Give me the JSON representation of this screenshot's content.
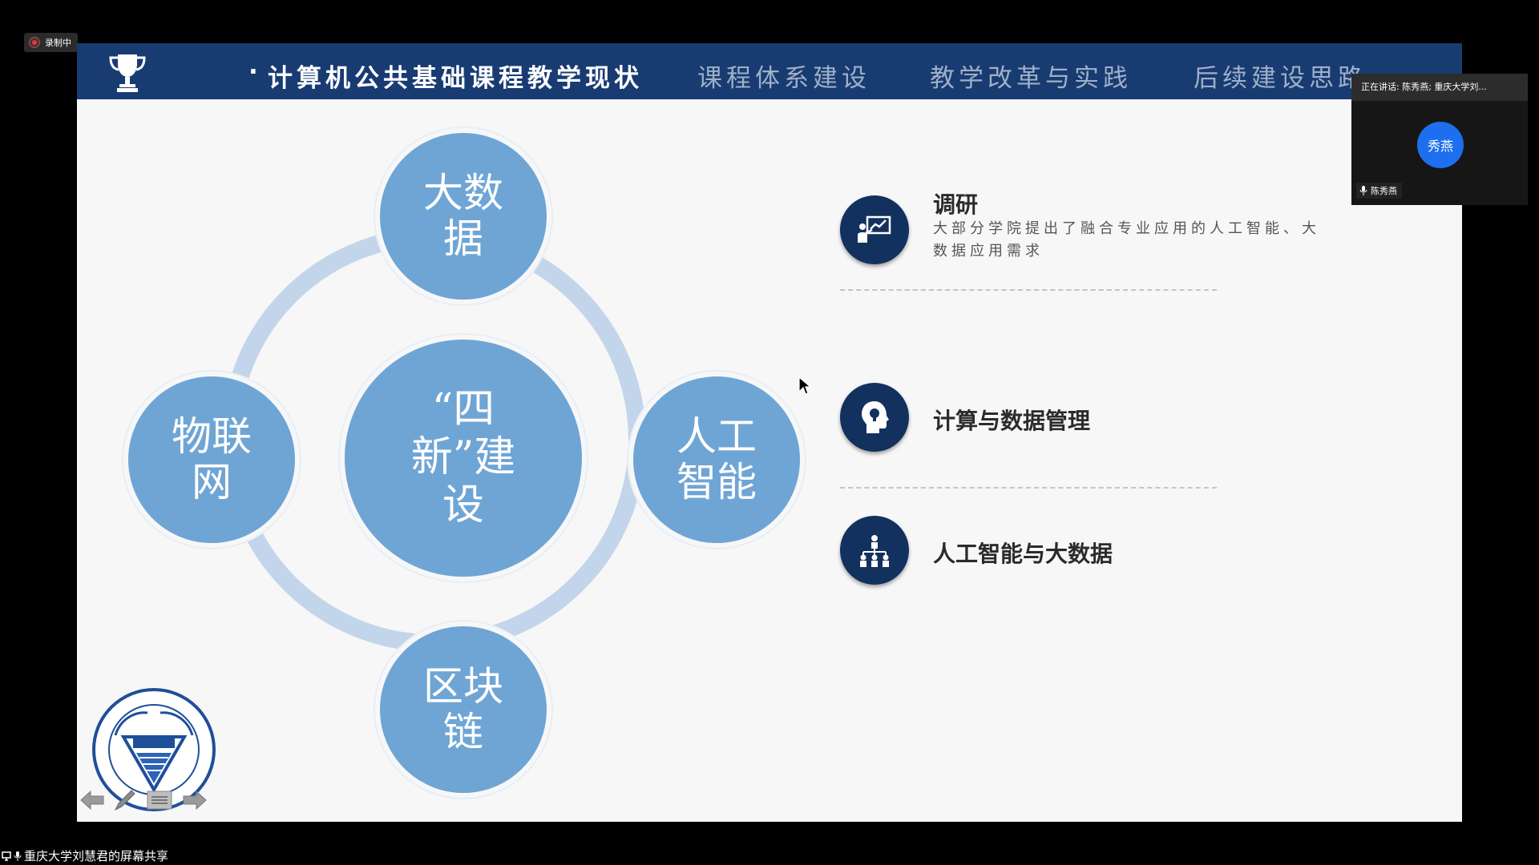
{
  "recording": {
    "label": "录制中"
  },
  "slide": {
    "bullet": "·",
    "nav": [
      {
        "label": "计算机公共基础课程教学现状",
        "active": true
      },
      {
        "label": "课程体系建设",
        "active": false
      },
      {
        "label": "教学改革与实践",
        "active": false
      },
      {
        "label": "后续建设思路",
        "active": false
      }
    ],
    "diagram": {
      "center": "“四\n新”建\n设",
      "top": "大数\n据",
      "right": "人工\n智能",
      "bottom": "区块\n链",
      "left": "物联\n网"
    },
    "items": [
      {
        "title": "调研",
        "desc": "大部分学院提出了融合专业应用的人工智能、大数据应用需求",
        "icon": "chart-presentation-icon"
      },
      {
        "title": "计算与数据管理",
        "icon": "head-idea-icon"
      },
      {
        "title": "人工智能与大数据",
        "icon": "team-hierarchy-icon"
      }
    ],
    "colors": {
      "topbar": "#183b72",
      "node": "#6fa5d5",
      "ring": "#c3d5ea",
      "icon_bg": "#12315e"
    }
  },
  "video": {
    "speaking": "正在讲话: 陈秀燕; 重庆大学刘...",
    "avatar_text": "秀燕",
    "participant_name": "陈秀燕"
  },
  "share": {
    "label": "重庆大学刘慧君的屏幕共享"
  }
}
